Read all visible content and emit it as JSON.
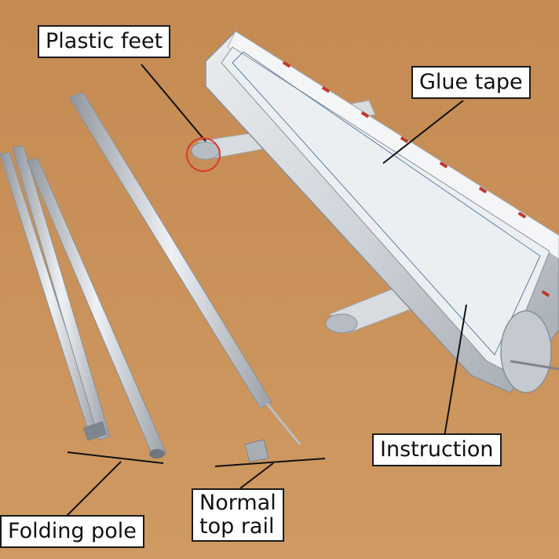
{
  "labels": {
    "plastic_feet": "Plastic feet",
    "glue_tape": "Glue tape",
    "instruction": "Instruction",
    "folding_pole": "Folding pole",
    "top_rail_line1": "Normal",
    "top_rail_line2": "top rail"
  },
  "colors": {
    "background": "#c89058",
    "metal": "#d0d4da",
    "metal_shadow": "#9ea4ac",
    "tape_text": "#c0392b",
    "highlight_circle": "#d93a2a"
  }
}
